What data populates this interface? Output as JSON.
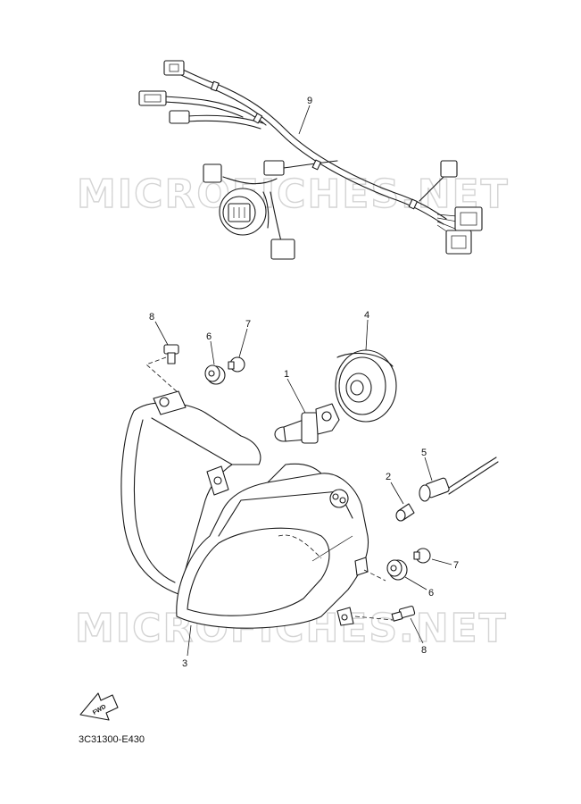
{
  "watermarks": [
    "MICROFICHES.NET",
    "MICROFICHES.NET"
  ],
  "callouts": {
    "harness": "9",
    "bolt_top": "8",
    "grommet_top": "6",
    "screw_top": "7",
    "bulb": "1",
    "cover": "4",
    "socket": "5",
    "pilot_bulb": "2",
    "screw_bottom": "7",
    "grommet_bottom": "6",
    "bolt_bottom": "8",
    "headlight_unit": "3"
  },
  "fwd_label": "FWD",
  "doc_code": "3C31300-E430"
}
